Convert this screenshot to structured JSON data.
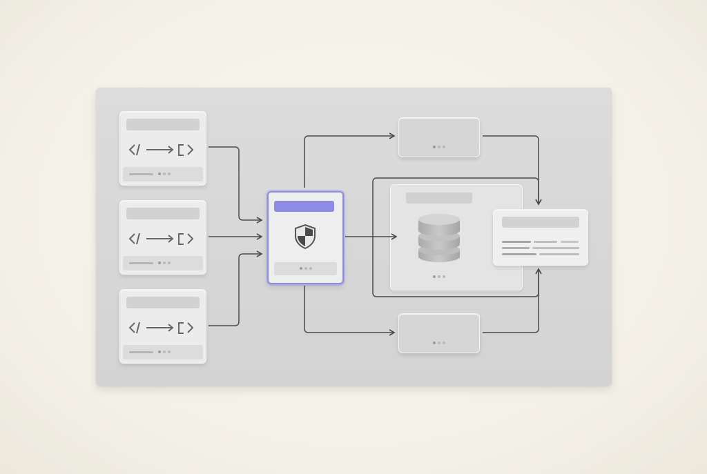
{
  "diagram": {
    "source_cards": [
      {
        "id": "source-1",
        "icon": "code-transform-icon"
      },
      {
        "id": "source-2",
        "icon": "code-transform-icon"
      },
      {
        "id": "source-3",
        "icon": "code-transform-icon"
      }
    ],
    "gateway": {
      "icon": "shield-icon",
      "accent_color": "#7b78e0"
    },
    "storage": {
      "icon": "database-icon"
    },
    "output": {
      "icon": "document-lines-icon"
    },
    "colors": {
      "background": "#f5f2e8",
      "board": "#d6d6d6",
      "card": "#ececec",
      "connector": "#4a4a4a",
      "accent": "#8e8be8"
    }
  }
}
